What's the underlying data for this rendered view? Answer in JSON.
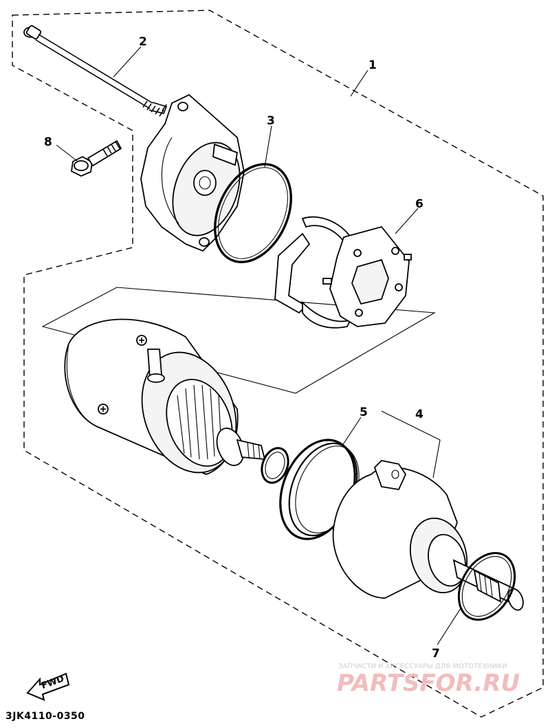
{
  "diagram": {
    "callouts": [
      {
        "id": "1",
        "label": "1"
      },
      {
        "id": "2",
        "label": "2"
      },
      {
        "id": "3",
        "label": "3"
      },
      {
        "id": "4",
        "label": "4"
      },
      {
        "id": "5",
        "label": "5"
      },
      {
        "id": "6",
        "label": "6"
      },
      {
        "id": "7",
        "label": "7"
      },
      {
        "id": "8",
        "label": "8"
      }
    ],
    "fwd_label": "FWD",
    "diagram_code": "3JK4110-0350"
  },
  "watermark": {
    "top_text": "ЗАПЧАСТИ И АКСЕССУАРЫ ДЛЯ МОТОТЕХНИКИ",
    "brand_text": "PARTSFOR.RU",
    "color": "#f2bcbc"
  }
}
